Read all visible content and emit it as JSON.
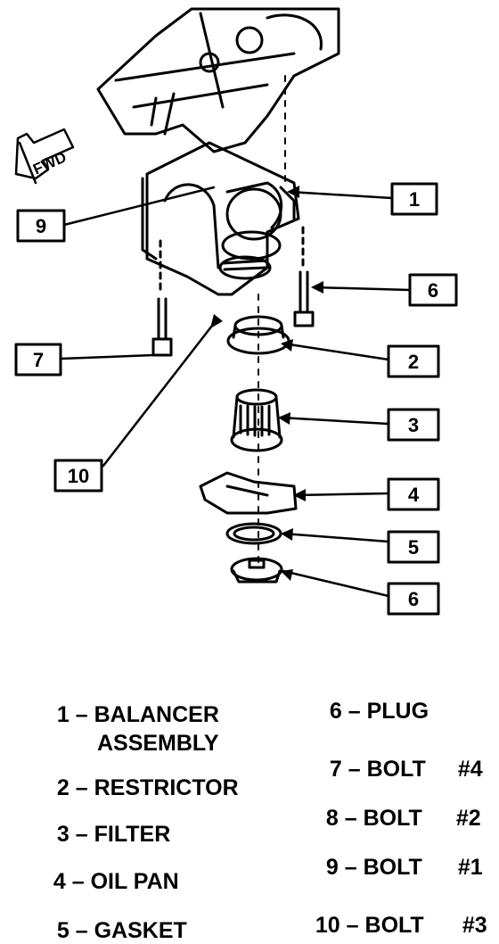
{
  "direction_label": "FWD",
  "callouts": [
    "1",
    "9",
    "6",
    "7",
    "2",
    "3",
    "10",
    "4",
    "5",
    "6"
  ],
  "legend": {
    "left": [
      {
        "num": "1",
        "text": "BALANCER",
        "text2": "ASSEMBLY"
      },
      {
        "num": "2",
        "text": "RESTRICTOR"
      },
      {
        "num": "3",
        "text": "FILTER"
      },
      {
        "num": "4",
        "text": "OIL PAN"
      },
      {
        "num": "5",
        "text": "GASKET"
      }
    ],
    "right": [
      {
        "num": "6",
        "text": "PLUG",
        "suffix": ""
      },
      {
        "num": "7",
        "text": "BOLT",
        "suffix": "#4"
      },
      {
        "num": "8",
        "text": "BOLT",
        "suffix": "#2"
      },
      {
        "num": "9",
        "text": "BOLT",
        "suffix": "#1"
      },
      {
        "num": "10",
        "text": "BOLT",
        "suffix": "#3"
      }
    ]
  }
}
